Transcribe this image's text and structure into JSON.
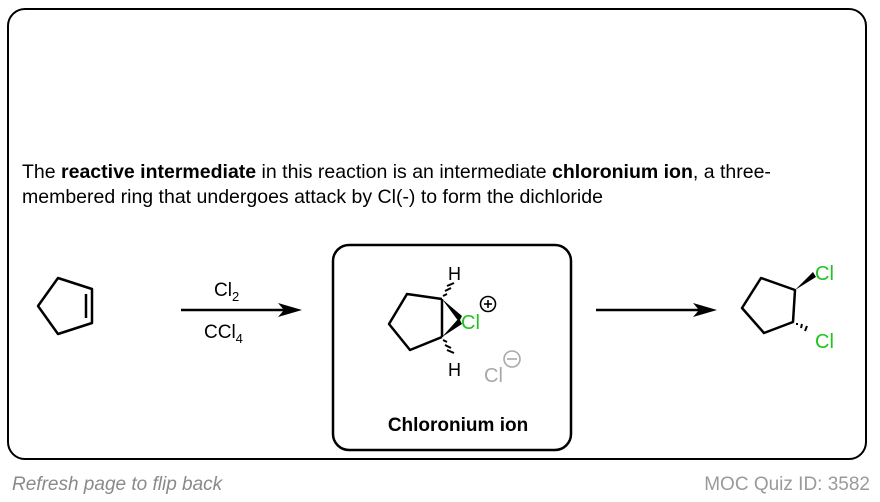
{
  "card": {
    "explanation": {
      "part1": "The ",
      "bold1": "reactive intermediate",
      "part2": " in this reaction is an intermediate ",
      "bold2": "chloronium ion",
      "part3": ", a three-membered ring that undergoes attack by Cl(-) to form the dichloride"
    },
    "scheme": {
      "starting_material": "cyclopentene",
      "reagent_top": "Cl",
      "reagent_top_sub": "2",
      "reagent_bottom": "CCl",
      "reagent_bottom_sub": "4",
      "intermediate": {
        "h_top": "H",
        "h_bottom": "H",
        "cl_ring": "Cl",
        "cl_ring_charge": "+",
        "counter_ion": "Cl",
        "counter_ion_charge": "−",
        "label": "Chloronium ion"
      },
      "product": {
        "cl_top": "Cl",
        "cl_bottom": "Cl"
      }
    }
  },
  "footer": {
    "flip_hint": "Refresh page to flip back",
    "quiz_id": "MOC Quiz ID: 3582"
  },
  "colors": {
    "chlorine": "#22c31f",
    "counter_ion": "#a8a8a8",
    "footer_text": "#8a8a8a"
  }
}
